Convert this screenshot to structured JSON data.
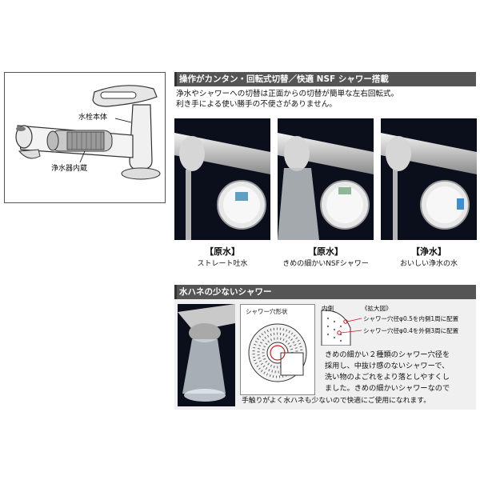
{
  "diagram": {
    "label_body": "水栓本体",
    "label_filter": "浄水器内蔵"
  },
  "section1": {
    "header": "操作がカンタン・回転式切替／快適 NSF シャワー搭載",
    "text_line1": "浄水やシャワーへの切替は正面からの切替が簡単な左右回転式。",
    "text_line2": "利き手による使い勝手の不便さがありません。",
    "modes": [
      {
        "label": "【原水】",
        "desc": "ストレート吐水"
      },
      {
        "label": "【原水】",
        "desc": "きめの細かいNSFシャワー"
      },
      {
        "label": "【浄水】",
        "desc": "おいしい浄水の水"
      }
    ]
  },
  "section2": {
    "header": "水ハネの少ないシャワー",
    "shape_label": "シャワー穴形状",
    "inner_label": "内側",
    "zoom_label": "《拡大図》",
    "hole_note1": "シャワー穴径φ0.5を内側1周に配置",
    "hole_note2": "シャワー穴径φ0.4を外側3周に配置",
    "desc_lines": [
      "きめの細かい２種類のシャワー穴径を",
      "採用し、中抜け感のないシャワーで、",
      "洗い物のよごれをより落としやすくし",
      "ました。きめの細かいシャワーなので",
      "手触りがよく水ハネも少ないので快適にご使用になれます。"
    ]
  },
  "colors": {
    "header_bg": "#555555",
    "panel_bg": "#f0f0f0",
    "accent_red": "#d0141e",
    "photo_bg": "#0b0f1c"
  }
}
